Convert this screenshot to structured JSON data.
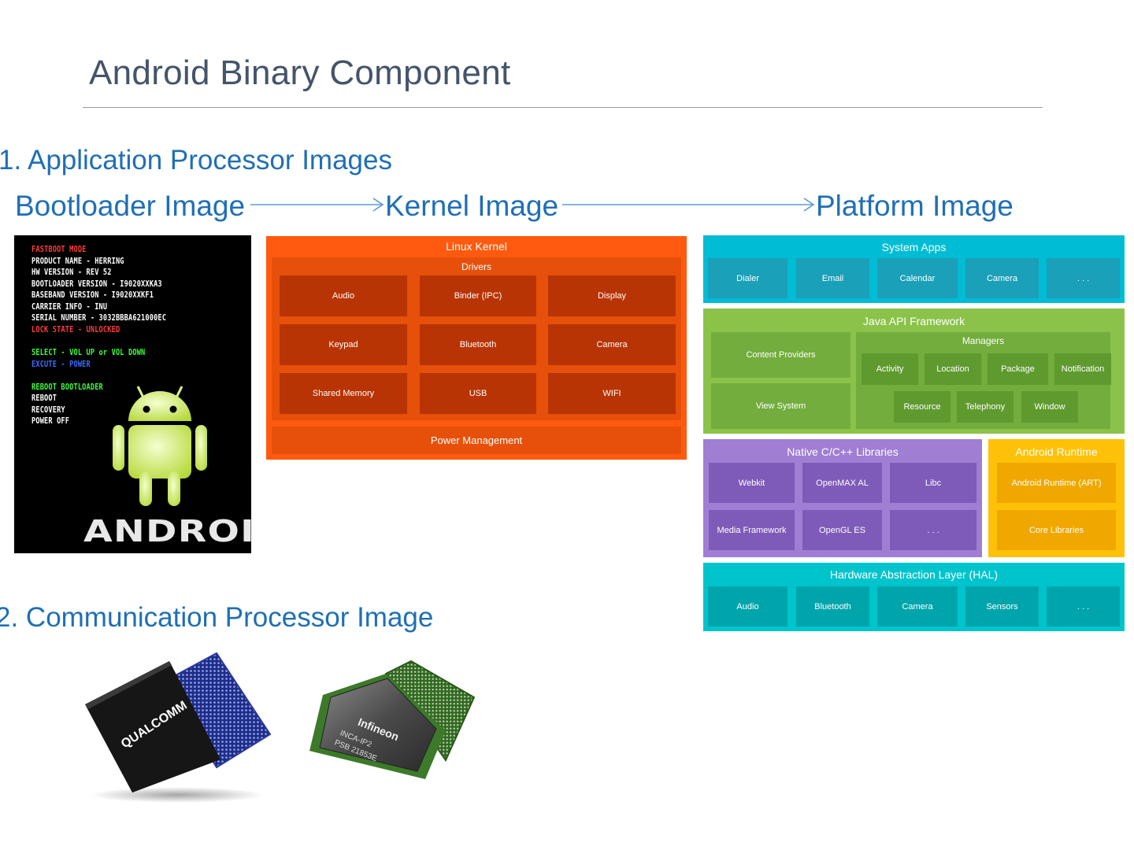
{
  "title": "Android Binary Component",
  "section1": "1. Application Processor Images",
  "section2": "2. Communication Processor Image",
  "labels": {
    "bootloader": "Bootloader Image",
    "kernel": "Kernel Image",
    "platform": "Platform Image"
  },
  "fastboot": {
    "lines": [
      {
        "text": "FASTBOOT MODE",
        "color": "#ff3b3b"
      },
      {
        "text": "PRODUCT NAME - HERRING",
        "color": "#ffffff"
      },
      {
        "text": "HW VERSION - REV 52",
        "color": "#ffffff"
      },
      {
        "text": "BOOTLOADER VERSION - I9020XXKA3",
        "color": "#ffffff"
      },
      {
        "text": "BASEBAND VERSION - I9020XXKF1",
        "color": "#ffffff"
      },
      {
        "text": "CARRIER INFO - INU",
        "color": "#ffffff"
      },
      {
        "text": "SERIAL NUMBER - 3032BBBA621000EC",
        "color": "#ffffff"
      },
      {
        "text": "LOCK STATE - UNLOCKED",
        "color": "#ff3b3b"
      },
      {
        "text": "SELECT - VOL UP or VOL DOWN",
        "color": "#3cff3c"
      },
      {
        "text": "EXCUTE - POWER",
        "color": "#3c6bff"
      },
      {
        "text": "REBOOT BOOTLOADER",
        "color": "#3cff3c"
      },
      {
        "text": "REBOOT",
        "color": "#ffffff"
      },
      {
        "text": "RECOVERY",
        "color": "#ffffff"
      },
      {
        "text": "POWER OFF",
        "color": "#ffffff"
      }
    ],
    "logo": "ANDROID"
  },
  "kernel": {
    "title": "Linux Kernel",
    "drivers_title": "Drivers",
    "drivers": [
      "Audio",
      "Binder (IPC)",
      "Display",
      "Keypad",
      "Bluetooth",
      "Camera",
      "Shared Memory",
      "USB",
      "WIFI"
    ],
    "power": "Power Management"
  },
  "platform": {
    "apps": {
      "title": "System Apps",
      "items": [
        "Dialer",
        "Email",
        "Calendar",
        "Camera",
        ". . ."
      ]
    },
    "framework": {
      "title": "Java API Framework",
      "content_providers": "Content Providers",
      "view_system": "View System",
      "managers_title": "Managers",
      "managers": [
        "Activity",
        "Location",
        "Package",
        "Notification",
        "Resource",
        "Telephony",
        "Window"
      ]
    },
    "native": {
      "title": "Native C/C++ Libraries",
      "items": [
        "Webkit",
        "OpenMAX AL",
        "Libc",
        "Media Framework",
        "OpenGL ES",
        ". . ."
      ]
    },
    "runtime": {
      "title": "Android Runtime",
      "items": [
        "Android Runtime (ART)",
        "Core Libraries"
      ]
    },
    "hal": {
      "title": "Hardware Abstraction Layer (HAL)",
      "items": [
        "Audio",
        "Bluetooth",
        "Camera",
        "Sensors",
        ". . ."
      ]
    }
  },
  "chips": {
    "qualcomm": "QUALCOMM",
    "infineon": "Infineon",
    "infineon_model": "INCA-IP2",
    "infineon_part": "PSB 21853E"
  },
  "colors": {
    "title": "#44546a",
    "heading": "#1f6fb5",
    "kernel": "#ff5a0f",
    "kernel_box": "#b83404",
    "apps": "#00bcd4",
    "framework": "#8bc34a",
    "native": "#9575cd",
    "runtime": "#ffc107",
    "hal": "#00c4cc"
  }
}
